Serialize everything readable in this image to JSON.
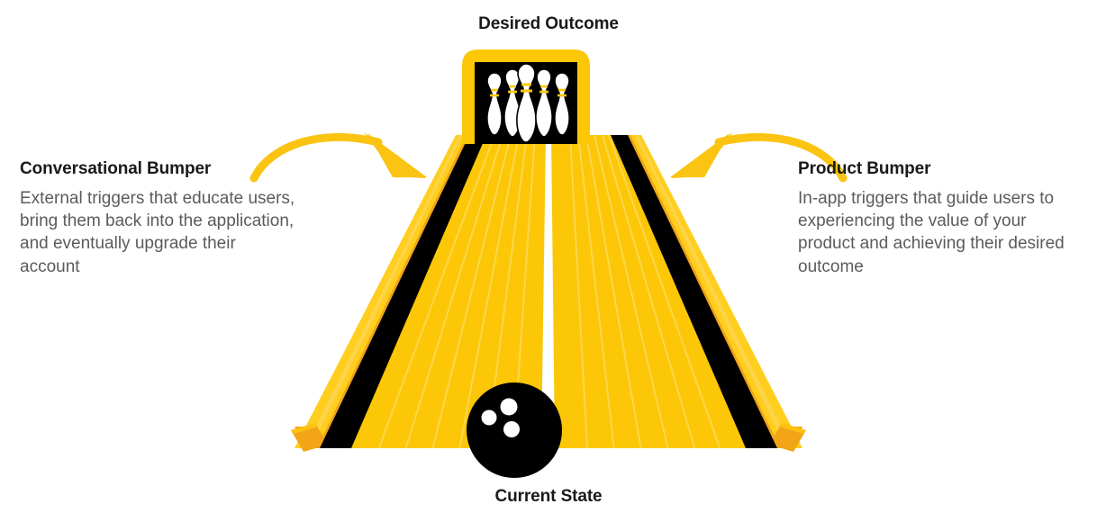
{
  "diagram": {
    "type": "bowling-lane-bumper-metaphor",
    "top_caption": "Desired Outcome",
    "bottom_caption": "Current State",
    "colors": {
      "lane_yellow": "#FBC707",
      "lane_plank_line": "#FDD33C",
      "rail_top": "#FFCE1F",
      "rail_side": "#F2A516",
      "gutter_black": "#000000",
      "pin_white": "#FFFFFF",
      "pin_stripe": "#FBC707",
      "arrow_yellow": "#FBC412",
      "heading_text": "#1A1A1A",
      "body_text": "#5A5B5D",
      "background": "#FFFFFF"
    },
    "elements": {
      "pin_count": 5,
      "ball_hole_count": 3,
      "arrow_count": 2
    }
  },
  "left_block": {
    "title": "Conversational Bumper",
    "body": "External triggers that educate users, bring them back into the application, and eventually upgrade their account"
  },
  "right_block": {
    "title": "Product Bumper",
    "body": "In-app triggers that guide users to experiencing the value of your product and achieving their desired outcome"
  }
}
